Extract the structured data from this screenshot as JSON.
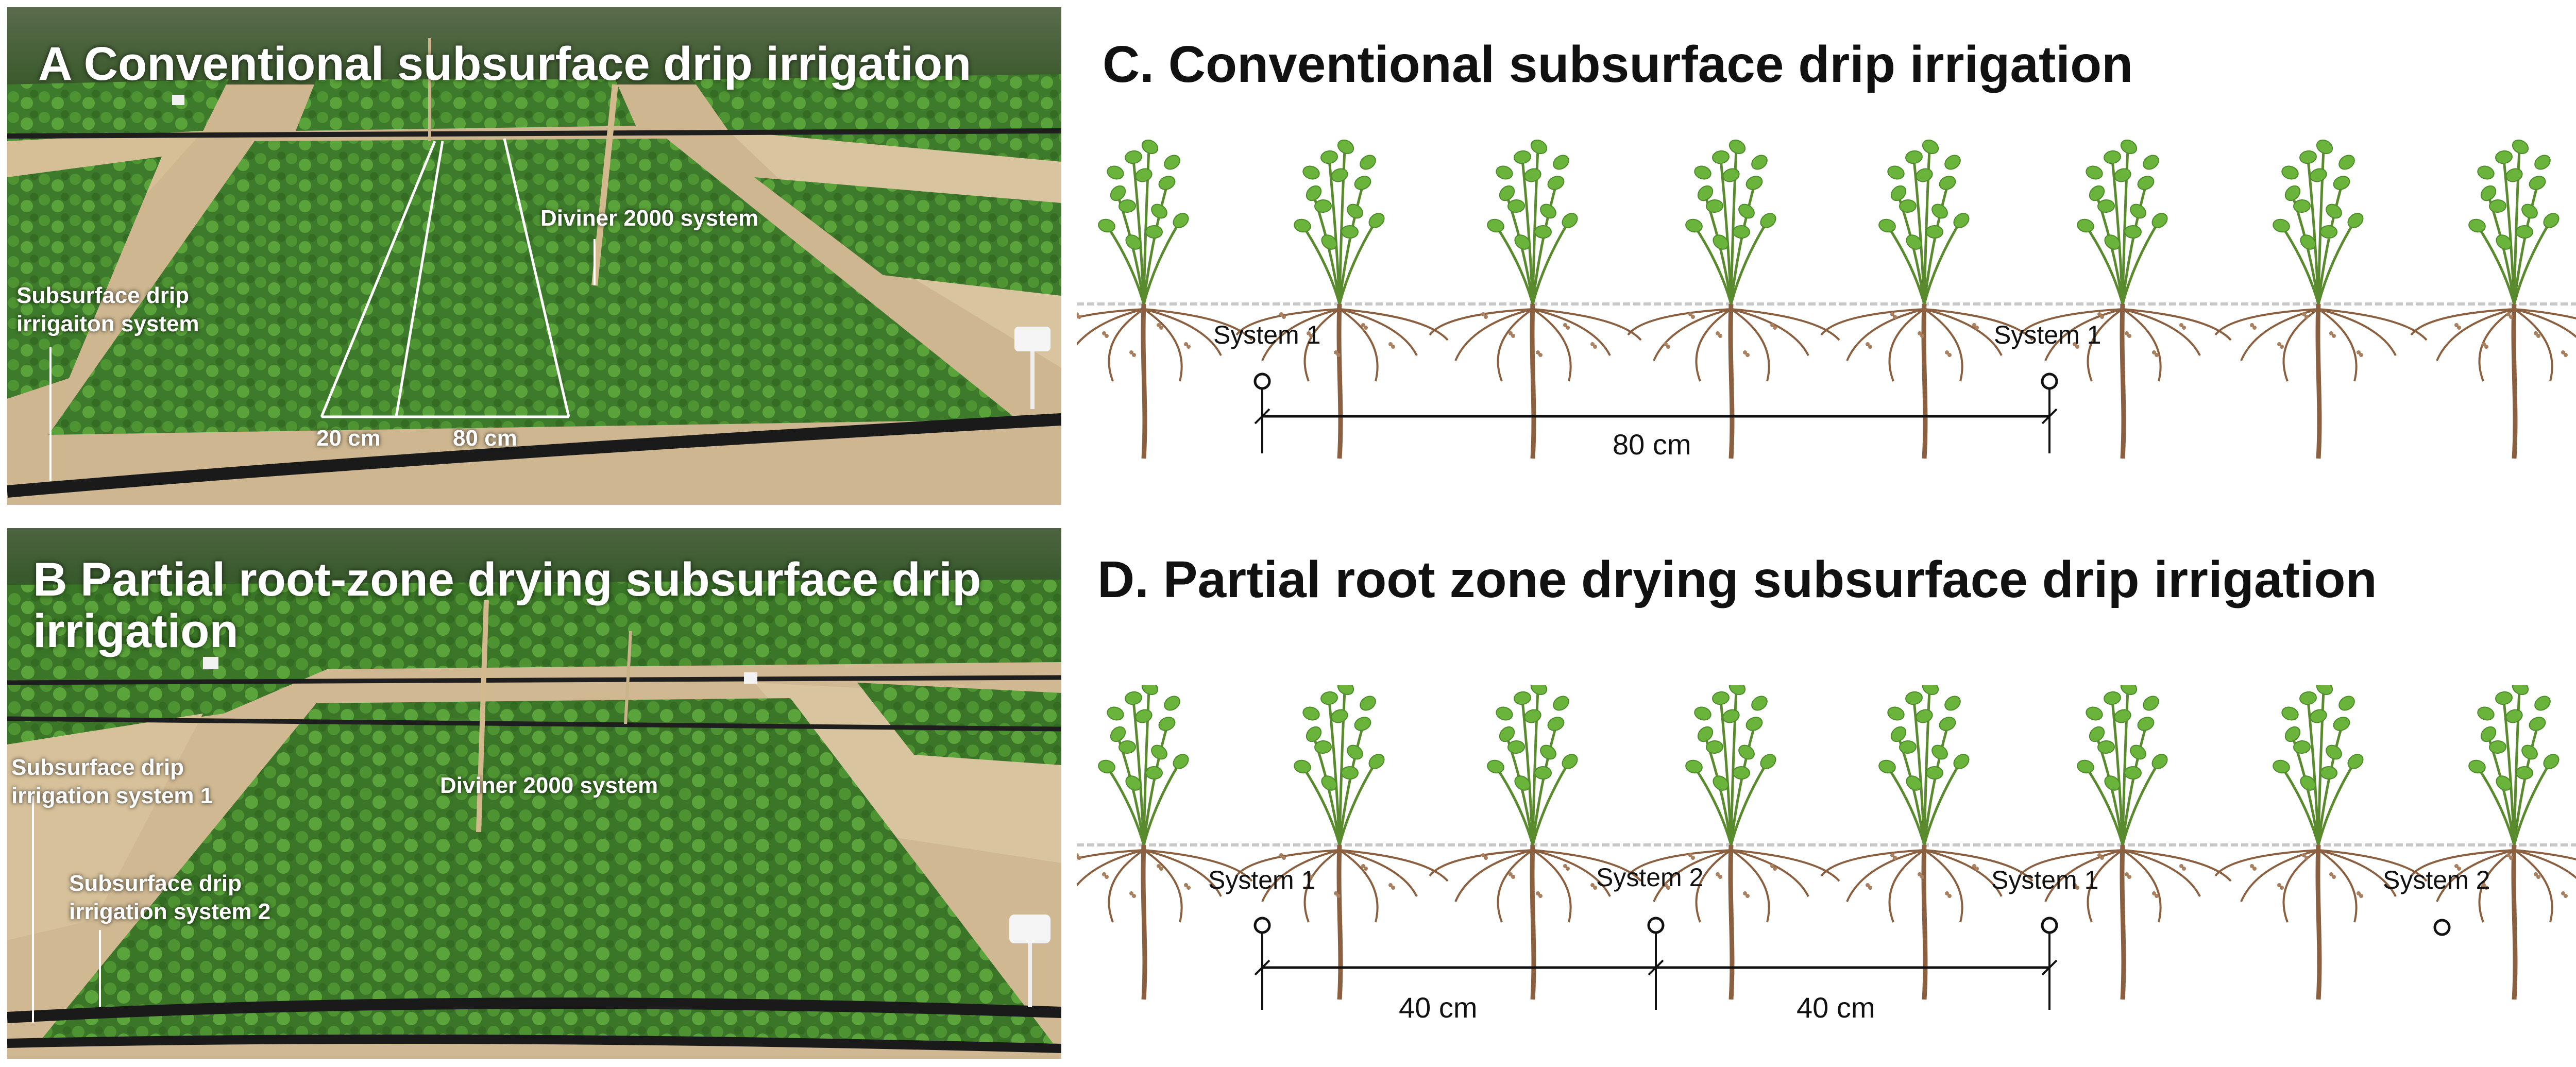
{
  "panel_a": {
    "title": "A Conventional subsurface drip irrigation",
    "labels": {
      "diviner": "Diviner 2000 system",
      "drip_line1": "Subsurface drip",
      "drip_line2": "irrigaiton system",
      "spacing_20": "20 cm",
      "spacing_80": "80 cm"
    }
  },
  "panel_b": {
    "title_line1": "B Partial root-zone drying subsurface drip",
    "title_line2": "irrigation",
    "labels": {
      "diviner": "Diviner 2000 system",
      "drip1_line1": "Subsurface drip",
      "drip1_line2": "irrigation system 1",
      "drip2_line1": "Subsurface drip",
      "drip2_line2": "irrigation system 2"
    }
  },
  "panel_c": {
    "title": "C. Conventional subsurface drip irrigation",
    "system_labels": [
      "System 1",
      "System 1"
    ],
    "distance": "80 cm"
  },
  "panel_d": {
    "title": "D. Partial root zone drying subsurface drip irrigation",
    "system_labels": [
      "System 1",
      "System 2",
      "System 1",
      "System 2"
    ],
    "distances": [
      "40 cm",
      "40 cm"
    ]
  },
  "colors": {
    "leaf": "#6ab43c",
    "stem": "#5a8a2e",
    "root": "#8a6040",
    "soil_line": "#c8c8c8",
    "crop_field": "#3f7a2a",
    "sand": "#d8c4a0"
  }
}
